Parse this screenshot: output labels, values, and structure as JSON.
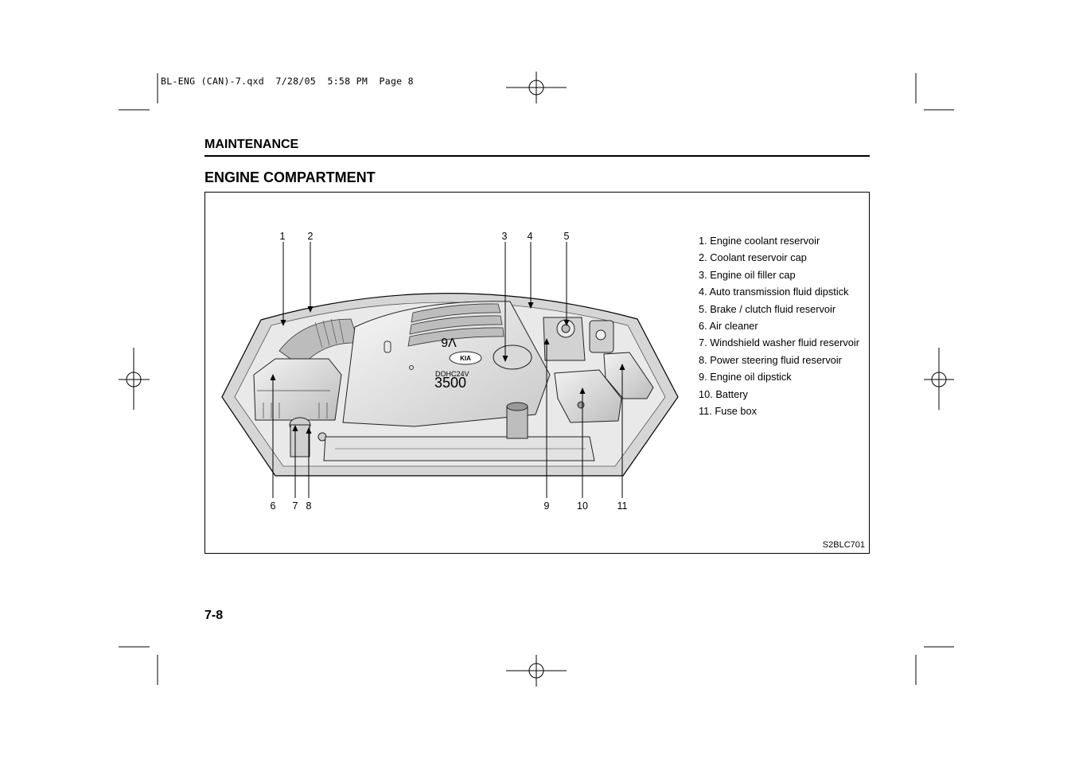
{
  "slug": "BL-ENG (CAN)-7.qxd  7/28/05  5:58 PM  Page 8",
  "section": "MAINTENANCE",
  "title": "ENGINE COMPARTMENT",
  "figure": {
    "engine_badge": "V6",
    "engine_label": "DOHC24V",
    "engine_displacement": "3500",
    "brand": "KIA",
    "callouts_top": [
      "1",
      "2",
      "3",
      "4",
      "5"
    ],
    "callouts_bottom": [
      "6",
      "7",
      "8",
      "9",
      "10",
      "11"
    ],
    "code": "S2BLC701"
  },
  "legend": [
    "1. Engine coolant reservoir",
    "2. Coolant reservoir cap",
    "3. Engine oil filler cap",
    "4. Auto transmission fluid dipstick",
    "5. Brake / clutch fluid reservoir",
    "6. Air cleaner",
    "7. Windshield washer fluid reservoir",
    "8. Power steering fluid reservoir",
    "9. Engine oil dipstick",
    "10. Battery",
    "11. Fuse box"
  ],
  "page_number": "7-8"
}
